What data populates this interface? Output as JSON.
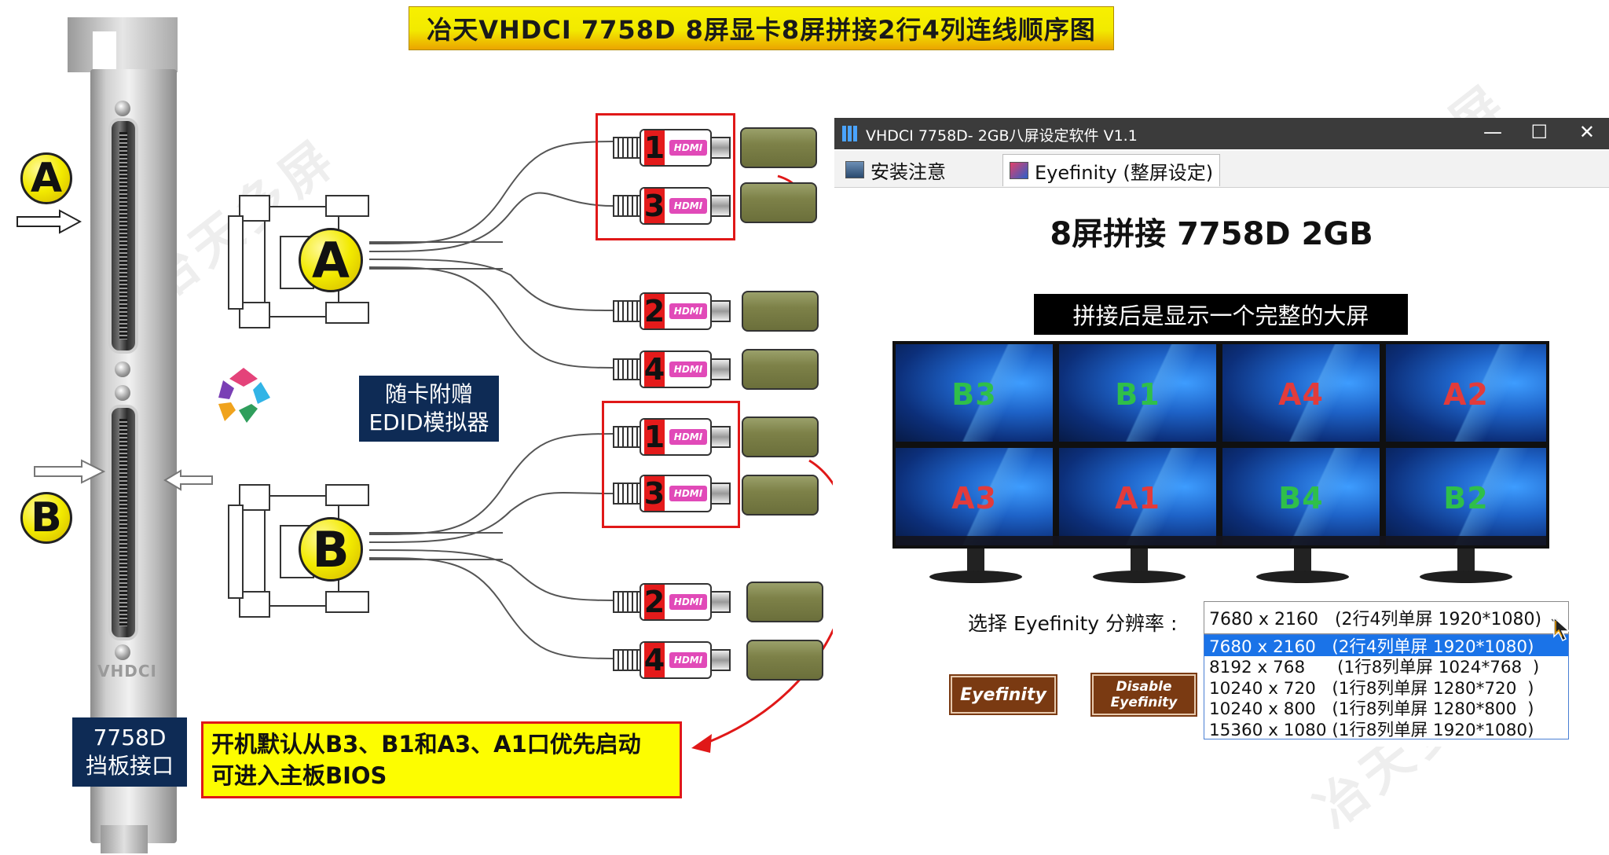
{
  "title": "冶天VHDCI 7758D 8屏显卡8屏拼接2行4列连线顺序图",
  "bracket": {
    "stamp": "VHDCI",
    "port_a_label": "A",
    "port_b_label": "B"
  },
  "connectors": {
    "a_label": "A",
    "b_label": "B",
    "group_a_ports": [
      "1",
      "3",
      "2",
      "4"
    ],
    "group_b_ports": [
      "1",
      "3",
      "2",
      "4"
    ],
    "hdmi_logo": "HDMI"
  },
  "emulator_note": {
    "line1": "随卡附赠",
    "line2": "EDID模拟器"
  },
  "bracket_caption": {
    "line1": "7758D",
    "line2": "挡板接口"
  },
  "boot_note": {
    "line1": "开机默认从B3、B1和A3、A1口优先启动",
    "line2": "可进入主板BIOS"
  },
  "app": {
    "window_title": "VHDCI 7758D- 2GB八屏设定软件 V1.1",
    "tabs": [
      "安装注意",
      "Eyefinity (整屏设定)"
    ],
    "heading": "8屏拼接 7758D 2GB",
    "banner": "拼接后是显示一个完整的大屏",
    "monitors": [
      {
        "label": "B3",
        "color": "#2fbf4a"
      },
      {
        "label": "B1",
        "color": "#2fbf4a"
      },
      {
        "label": "A4",
        "color": "#e23b3b"
      },
      {
        "label": "A2",
        "color": "#e23b3b"
      },
      {
        "label": "A3",
        "color": "#e23b3b"
      },
      {
        "label": "A1",
        "color": "#e23b3b"
      },
      {
        "label": "B4",
        "color": "#2fbf4a"
      },
      {
        "label": "B2",
        "color": "#2fbf4a"
      }
    ],
    "resolution_label": "选择 Eyefinity 分辨率 :",
    "resolution_selected": "7680 x 2160   (2行4列单屏 1920*1080)",
    "resolution_options": [
      "7680 x 2160   (2行4列单屏 1920*1080)",
      "8192 x 768      (1行8列单屏 1024*768  )",
      "10240 x 720   (1行8列单屏 1280*720  )",
      "10240 x 800   (1行8列单屏 1280*800  )",
      "15360 x 1080 (1行8列单屏 1920*1080)"
    ],
    "btn_eyefinity": "Eyefinity",
    "btn_disable_line1": "Disable",
    "btn_disable_line2": "Eyefinity"
  },
  "colors": {
    "accent_red": "#e01818",
    "title_yellow": "#f2ea00",
    "navy": "#0e2b55",
    "button_brown": "#7a3a12"
  }
}
